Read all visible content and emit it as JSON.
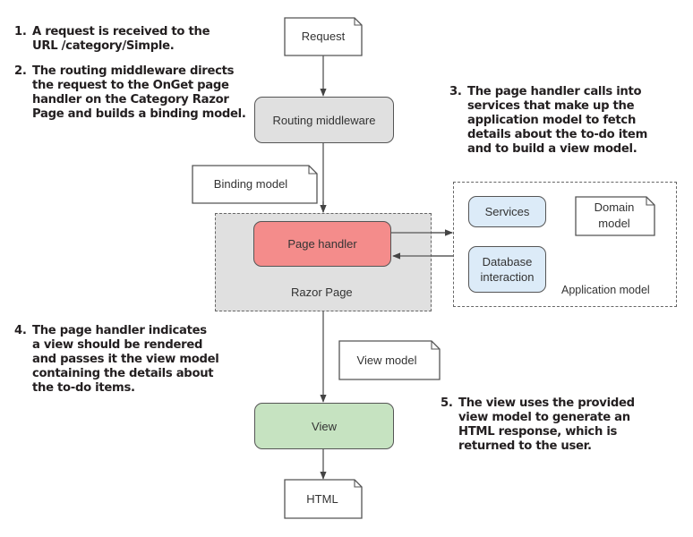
{
  "notes": [
    {
      "number": "1.",
      "lines": [
        "A request is received to the",
        "URL /category/Simple."
      ]
    },
    {
      "number": "2.",
      "lines": [
        "The routing middleware directs",
        "the request to the OnGet page",
        "handler on the Category Razor",
        "Page and builds a binding model."
      ]
    },
    {
      "number": "3.",
      "lines": [
        "The page handler calls into",
        "services that make up the",
        "application model to fetch",
        "details about the to-do item",
        "and to build a view model."
      ]
    },
    {
      "number": "4.",
      "lines": [
        "The page handler indicates",
        "a view should be rendered",
        "and passes it the view model",
        "containing the details about",
        "the to-do items."
      ]
    },
    {
      "number": "5.",
      "lines": [
        "The view uses the provided",
        "view model to generate an",
        "HTML response, which is",
        "returned to the user."
      ]
    }
  ],
  "nodes": {
    "request": "Request",
    "routing_middleware": "Routing middleware",
    "binding_model": "Binding model",
    "page_handler": "Page handler",
    "razor_page": "Razor Page",
    "services": "Services",
    "database_interaction": [
      "Database",
      "interaction"
    ],
    "domain_model": [
      "Domain",
      "model"
    ],
    "application_model": "Application model",
    "view_model": "View model",
    "view": "View",
    "html": "HTML"
  },
  "colors": {
    "routing_fill": "#e0e0e0",
    "razor_page_fill": "#e0e0e0",
    "page_handler_fill": "#f48c8b",
    "app_component_fill": "#dcebf8",
    "view_fill": "#c6e3c1",
    "stroke": "#555555"
  }
}
